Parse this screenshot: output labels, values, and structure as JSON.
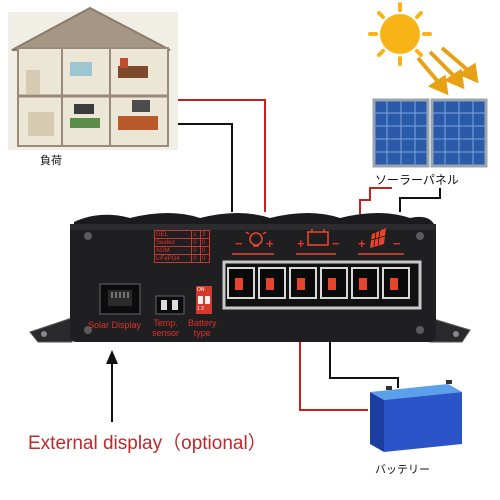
{
  "labels": {
    "load": "負荷",
    "solar_panel": "ソーラーパネル",
    "battery": "バッテリー",
    "external_display": "External display（optional）",
    "solar_display_port": "Solar Display",
    "temp_sensor_line1": "Temp.",
    "temp_sensor_line2": "sensor",
    "battery_type_line1": "Battery",
    "battery_type_line2": "type",
    "dip_switch_on": "ON",
    "dip_switch_numbers": "1 2"
  },
  "battery_types": [
    {
      "name": "GEL",
      "sw1": "1",
      "sw2": "2"
    },
    {
      "name": "Sealed",
      "sw1": "0",
      "sw2": "0"
    },
    {
      "name": "AGM",
      "sw1": "0",
      "sw2": "0"
    },
    {
      "name": "LiFePO4",
      "sw1": "0",
      "sw2": "0"
    }
  ],
  "terminal_signs": {
    "load_minus": "−",
    "load_plus": "+",
    "batt_plus": "+",
    "batt_minus": "−",
    "pv_plus": "+",
    "pv_minus": "−"
  },
  "colors": {
    "wire_red": "#c8201e",
    "wire_black": "#111111",
    "controller_body": "#1f1f21",
    "accent_orange": "#e5452a",
    "label_red": "#c0282a"
  }
}
